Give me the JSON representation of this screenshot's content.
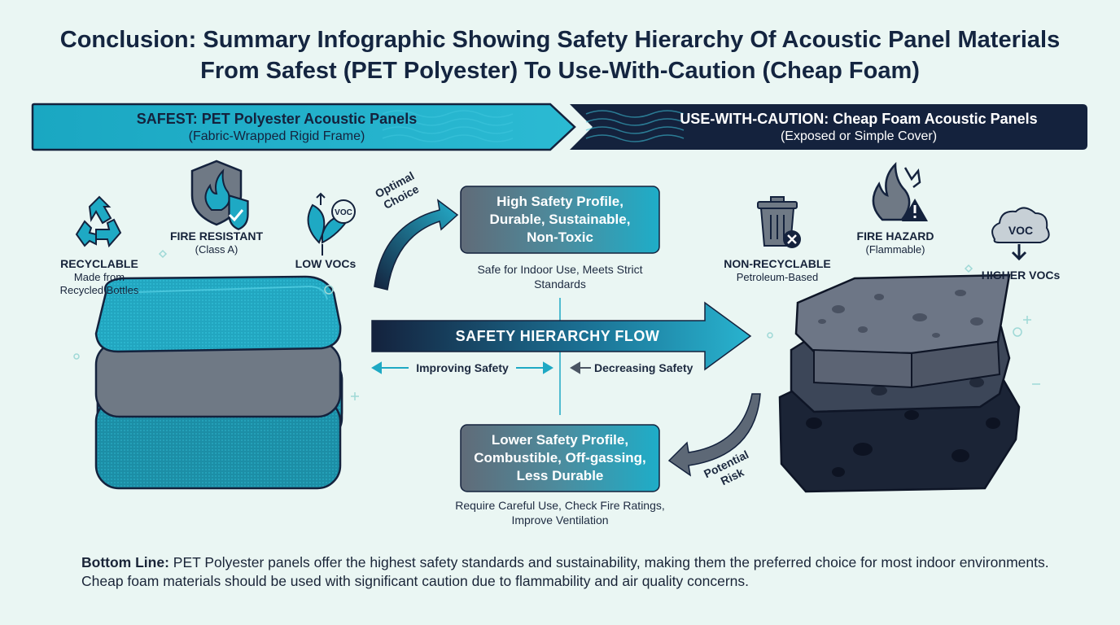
{
  "title": "Conclusion: Summary Infographic Showing Safety Hierarchy Of Acoustic Panel Materials From Safest (PET Polyester) To Use-With-Caution (Cheap Foam)",
  "banner": {
    "left_title": "SAFEST: PET Polyester Acoustic Panels",
    "left_sub": "(Fabric-Wrapped Rigid Frame)",
    "right_title": "USE-WITH-CAUTION: Cheap Foam Acoustic Panels",
    "right_sub": "(Exposed or Simple Cover)"
  },
  "pet": {
    "recyclable_title": "RECYCLABLE",
    "recyclable_sub": "Made from\nRecycled Bottles",
    "fire_title": "FIRE RESISTANT",
    "fire_sub": "(Class A)",
    "voc_title": "LOW VOCs",
    "voc_badge": "VOC"
  },
  "foam": {
    "nonrecyclable_title": "NON-RECYCLABLE",
    "nonrecyclable_sub": "Petroleum-Based",
    "fire_title": "FIRE HAZARD",
    "fire_sub": "(Flammable)",
    "voc_title": "HIGHER VOCs",
    "voc_badge": "VOC"
  },
  "center": {
    "optimal_label": "Optimal Choice",
    "optimal_line1": "Optimal",
    "optimal_line2": "Choice",
    "high_box": "High Safety Profile,\nDurable, Sustainable,\nNon-Toxic",
    "high_note": "Safe for Indoor Use, Meets Strict\nStandards",
    "flow_label": "SAFETY HIERARCHY FLOW",
    "improving": "Improving Safety",
    "decreasing": "Decreasing Safety",
    "low_box": "Lower Safety Profile,\nCombustible, Off-gassing,\nLess Durable",
    "low_note": "Require Careful Use, Check Fire Ratings,\nImprove Ventilation",
    "risk_line1": "Potential",
    "risk_line2": "Risk"
  },
  "bottom_line": {
    "label": "Bottom Line:",
    "text": " PET Polyester panels offer the highest safety standards and sustainability, making them the preferred choice for most indoor environments. Cheap foam materials should be used with significant caution due to flammability and air quality concerns."
  },
  "colors": {
    "teal": "#1ea9c4",
    "navy": "#14223d",
    "gray": "#5d6876",
    "background": "#eaf6f3"
  }
}
